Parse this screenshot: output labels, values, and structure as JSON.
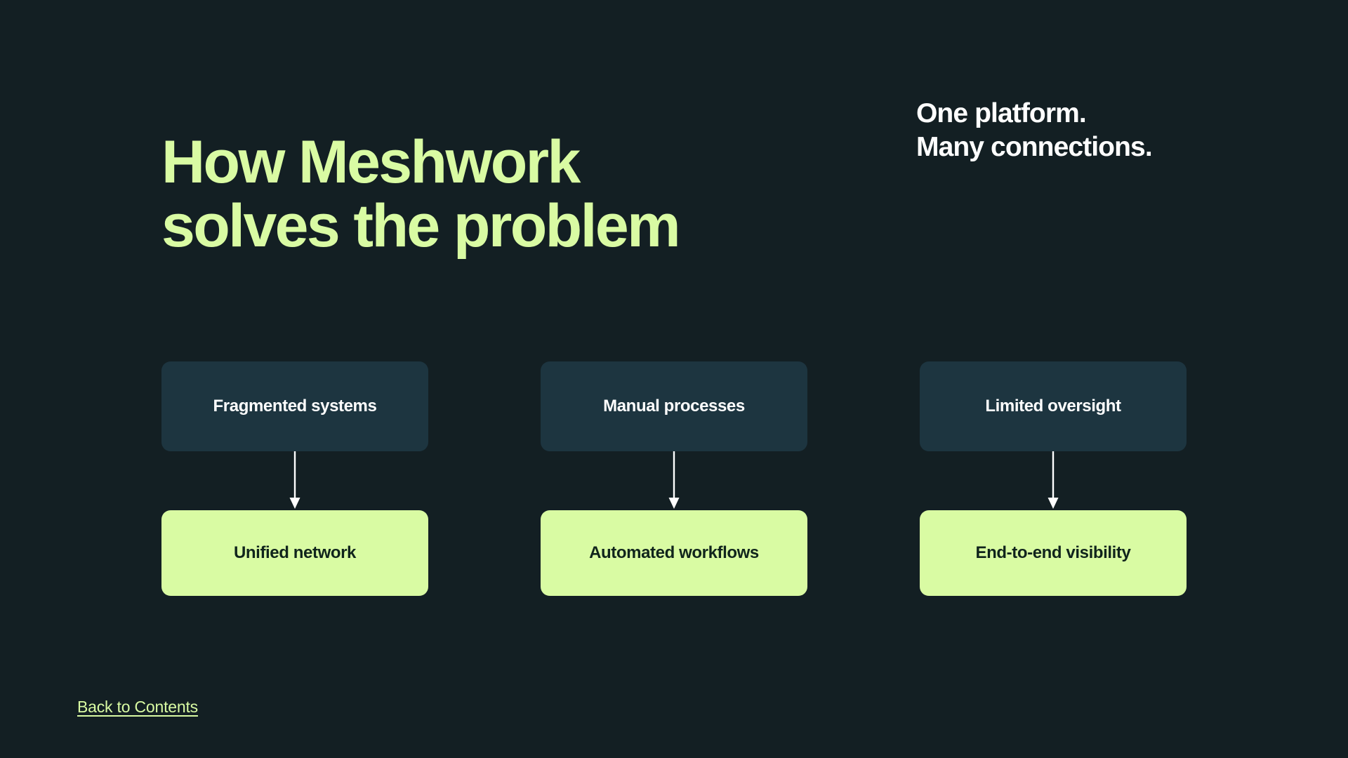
{
  "slide": {
    "background_color": "#131f23",
    "accent_color": "#d9fba3",
    "card_problem_color": "#1d3540",
    "text_on_dark": "#ffffff",
    "text_on_accent": "#10241c",
    "connector_color": "#ffffff"
  },
  "headline": {
    "line1": "How Meshwork",
    "line2": "solves the problem"
  },
  "subhead": {
    "line1": "One platform.",
    "line2": "Many connections."
  },
  "diagram": {
    "columns": [
      {
        "problem": "Fragmented systems",
        "solution": "Unified network",
        "connector": "down-arrow-icon"
      },
      {
        "problem": "Manual processes",
        "solution": "Automated workflows",
        "connector": "down-arrow-icon"
      },
      {
        "problem": "Limited oversight",
        "solution": "End-to-end visibility",
        "connector": "down-arrow-icon"
      }
    ]
  },
  "footer": {
    "back_link": "Back to Contents"
  }
}
